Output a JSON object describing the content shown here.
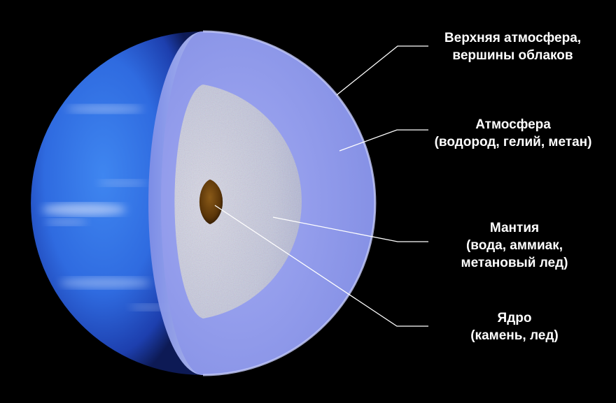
{
  "colors": {
    "background": "#000000",
    "planet_surface": "#2f6ee0",
    "upper_atmosphere": "#9aa6f2",
    "atmosphere": "#8d97ea",
    "mantle": "#c8cbe0",
    "core": "#5a3508",
    "label_text": "#ffffff",
    "leader_line": "#ffffff"
  },
  "labels": [
    {
      "id": "upper-atmosphere",
      "lines": [
        "Верхняя атмосфера,",
        "вершины облаков"
      ]
    },
    {
      "id": "atmosphere",
      "lines": [
        "Атмосфера",
        "(водород, гелий, метан)"
      ]
    },
    {
      "id": "mantle",
      "lines": [
        "Мантия",
        "(вода, аммиак,",
        "метановый лед)"
      ]
    },
    {
      "id": "core",
      "lines": [
        "Ядро",
        "(камень, лед)"
      ]
    }
  ]
}
